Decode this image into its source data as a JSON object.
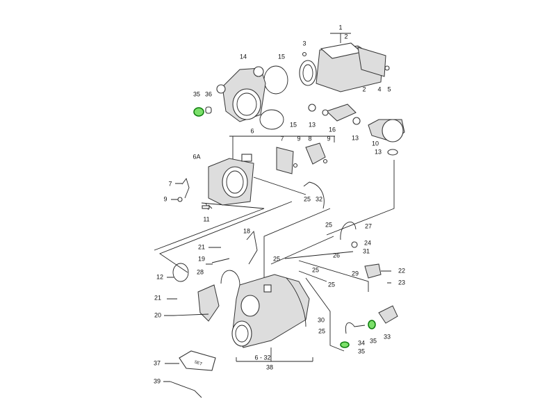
{
  "diagram": {
    "title": "Throttle housing / air flow sensor exploded parts diagram",
    "highlight_color": "#3fcf2e",
    "labels": [
      "1",
      "2",
      "3",
      "14",
      "15",
      "35",
      "36",
      "2",
      "4",
      "5",
      "13",
      "16",
      "13",
      "10",
      "15",
      "6",
      "7",
      "9",
      "8",
      "9",
      "6A",
      "13",
      "7",
      "9",
      "25",
      "32",
      "11",
      "25",
      "27",
      "18",
      "21",
      "24",
      "19",
      "31",
      "26",
      "25",
      "25",
      "29",
      "22",
      "28",
      "12",
      "23",
      "25",
      "21",
      "20",
      "30",
      "25",
      "34",
      "35",
      "33",
      "35",
      "6 - 32",
      "38",
      "37",
      "39"
    ],
    "set_box_text": "SET"
  }
}
